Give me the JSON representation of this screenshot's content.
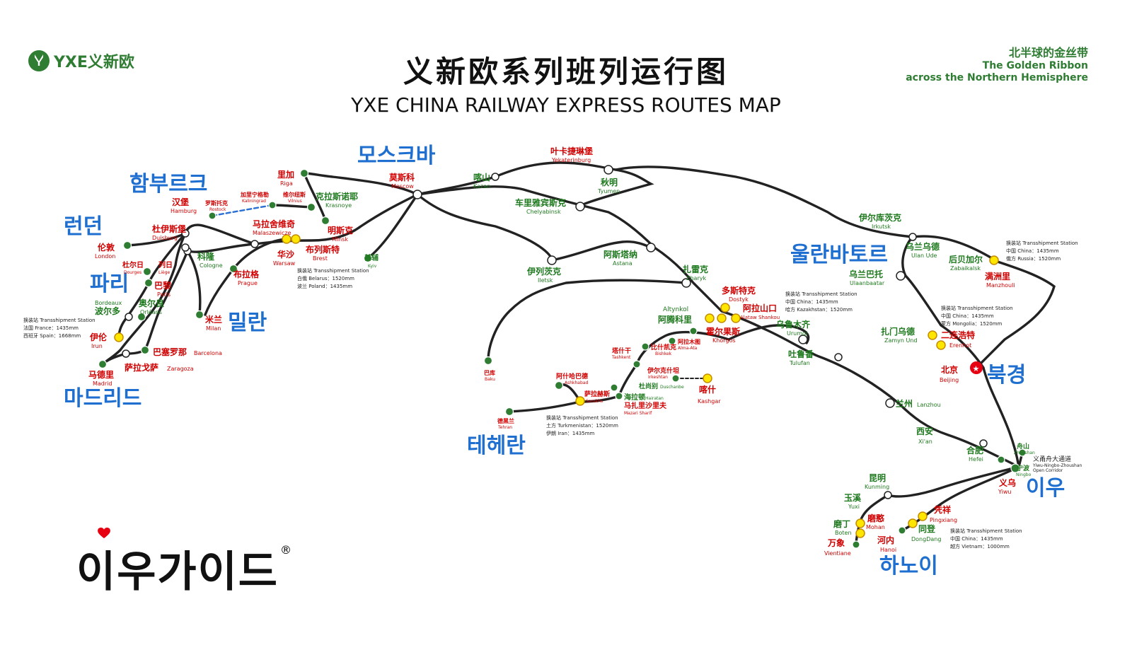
{
  "header": {
    "logo": "YXE义新欧",
    "title_cn": "义新欧系列班列运行图",
    "title_en": "YXE CHINA RAILWAY EXPRESS  ROUTES MAP",
    "ribbon_cn": "北半球的金丝带",
    "ribbon_en_1": "The Golden Ribbon",
    "ribbon_en_2": "across the Northern Hemisphere"
  },
  "footer": {
    "brand": "이우가이드",
    "registered": "®"
  },
  "korean_labels": {
    "moscow": "모스크바",
    "hamburg": "함부르크",
    "london": "런던",
    "paris": "파리",
    "madrid": "마드리드",
    "milan": "밀란",
    "ulaanbaatar": "울란바토르",
    "beijing": "북경",
    "tehran": "테헤란",
    "yiwu": "이우",
    "hanoi": "하노이"
  },
  "cities": {
    "moscow": {
      "cn": "莫斯科",
      "en": "Moscow"
    },
    "riga": {
      "cn": "里加",
      "en": "Riga"
    },
    "krasnoye": {
      "cn": "克拉斯诺耶",
      "en": "Krasnoye"
    },
    "kaliningrad": {
      "cn": "加里宁格勒",
      "en": "Kaliningrad"
    },
    "vilnius": {
      "cn": "维尔纽斯",
      "en": "Vilnius"
    },
    "rostock": {
      "cn": "罗斯托克",
      "en": "Rostock"
    },
    "hamburg": {
      "cn": "汉堡",
      "en": "Hamburg"
    },
    "duisburg": {
      "cn": "杜伊斯堡",
      "en": "Duisburg"
    },
    "malaszewicze": {
      "cn": "马拉舍维奇",
      "en": "Malaszewicze"
    },
    "minsk": {
      "cn": "明斯克",
      "en": "Minsk"
    },
    "brest": {
      "cn": "布列斯特",
      "en": "Brest"
    },
    "kyiv": {
      "cn": "基辅",
      "en": "Kyiv"
    },
    "warsaw": {
      "cn": "华沙",
      "en": "Warsaw"
    },
    "london": {
      "cn": "伦敦",
      "en": "London"
    },
    "dourges": {
      "cn": "杜尔日",
      "en": "Dourges"
    },
    "liege": {
      "cn": "列日",
      "en": "Liège"
    },
    "cologne": {
      "cn": "科隆",
      "en": "Cologne"
    },
    "prague": {
      "cn": "布拉格",
      "en": "Prague"
    },
    "paris": {
      "cn": "巴黎",
      "en": "Paris"
    },
    "bordeaux": {
      "cn": "波尔多",
      "en": "Bordeaux"
    },
    "orleans": {
      "cn": "奥尔良",
      "en": "Orléans"
    },
    "milan": {
      "cn": "米兰",
      "en": "Milan"
    },
    "irun": {
      "cn": "伊伦",
      "en": "Irun"
    },
    "barcelona": {
      "cn": "巴塞罗那",
      "en": "Barcelona"
    },
    "zaragoza": {
      "cn": "萨拉戈萨",
      "en": "Zaragoza"
    },
    "madrid": {
      "cn": "马德里",
      "en": "Madrid"
    },
    "kazan": {
      "cn": "喀山",
      "en": "Kazan"
    },
    "yekaterinburg": {
      "cn": "叶卡捷琳堡",
      "en": "Yekaterinburg"
    },
    "tyumen": {
      "cn": "秋明",
      "en": "Tyumen"
    },
    "chelyabinsk": {
      "cn": "车里雅宾斯克",
      "en": "Chelyabinsk"
    },
    "astana": {
      "cn": "阿斯塔纳",
      "en": "Astana"
    },
    "iletsk": {
      "cn": "伊列茨克",
      "en": "Iletsk"
    },
    "zharyk": {
      "cn": "扎雷克",
      "en": "Zharyk"
    },
    "dostyk": {
      "cn": "多斯特克",
      "en": "Dostyk"
    },
    "alataw": {
      "cn": "阿拉山口",
      "en": "Alataw Shankou"
    },
    "altynkol": {
      "cn": "Altynkol",
      "en": ""
    },
    "altynkol_cn": {
      "cn": "阿腾科里",
      "en": ""
    },
    "khorgos": {
      "cn": "霍尔果斯",
      "en": "Khorgos"
    },
    "almaata": {
      "cn": "阿拉木图",
      "en": "Alma-Ata"
    },
    "bishkek": {
      "cn": "比什凯克",
      "en": "Bishkek"
    },
    "tashkent": {
      "cn": "塔什干",
      "en": "Tashkent"
    },
    "irkeshtan": {
      "cn": "伊尔克什坦",
      "en": "Irkeshtan"
    },
    "duschanbe": {
      "cn": "杜尚别",
      "en": "Duschanbe"
    },
    "hairatan": {
      "cn": "海拉顿",
      "en": "Hairatan"
    },
    "mazari": {
      "cn": "马扎里沙里夫",
      "en": "Mazari Sharif"
    },
    "kashgar": {
      "cn": "喀什",
      "en": "Kashgar"
    },
    "urumqi": {
      "cn": "乌鲁木齐",
      "en": "Urumqi"
    },
    "tulufan": {
      "cn": "吐鲁番",
      "en": "Tulufan"
    },
    "baku": {
      "cn": "巴库",
      "en": "Baku"
    },
    "ashkhabad": {
      "cn": "阿什哈巴德",
      "en": "Ashkhabad"
    },
    "sarakhs": {
      "cn": "萨拉赫斯",
      "en": "Sarakhs"
    },
    "tehran": {
      "cn": "德黑兰",
      "en": "Tehran"
    },
    "irkutsk": {
      "cn": "伊尔库茨克",
      "en": "Irkutsk"
    },
    "ulanude": {
      "cn": "乌兰乌德",
      "en": "Ulan Ude"
    },
    "zabaikalsk": {
      "cn": "后贝加尔",
      "en": "Zabaikalsk"
    },
    "manzhouli": {
      "cn": "满洲里",
      "en": "Manzhouli"
    },
    "ulaanbaatar": {
      "cn": "乌兰巴托",
      "en": "Ulaanbaatar"
    },
    "zamynuud": {
      "cn": "扎门乌德",
      "en": "Zamyn Und"
    },
    "erenhot": {
      "cn": "二连浩特",
      "en": "Erenhot"
    },
    "beijing": {
      "cn": "北京",
      "en": "Beijing"
    },
    "lanzhou": {
      "cn": "兰州",
      "en": "Lanzhou"
    },
    "xian": {
      "cn": "西安",
      "en": "Xi'an"
    },
    "hefei": {
      "cn": "合肥",
      "en": "Hefei"
    },
    "zhoushan": {
      "cn": "舟山",
      "en": "Zhoushan"
    },
    "ningbo": {
      "cn": "宁波",
      "en": "Ningbo"
    },
    "yiwu": {
      "cn": "义乌",
      "en": "Yiwu"
    },
    "kunming": {
      "cn": "昆明",
      "en": "Kunming"
    },
    "yuxi": {
      "cn": "玉溪",
      "en": "Yuxi"
    },
    "mohan": {
      "cn": "磨憨",
      "en": "Mohan"
    },
    "boten": {
      "cn": "磨丁",
      "en": "Boten"
    },
    "vientiane": {
      "cn": "万象",
      "en": "Vientiane"
    },
    "pingxiang": {
      "cn": "凭祥",
      "en": "Pingxiang"
    },
    "dongdang": {
      "cn": "同登",
      "en": "DongDang"
    },
    "hanoi": {
      "cn": "河内",
      "en": "Hanoi"
    }
  },
  "corridor": {
    "cn": "义甬舟大通道",
    "en1": "Yiwu-Ningbo-Zhoushan",
    "en2": "Open Corridor"
  },
  "notes": {
    "brest": [
      "换装站 Transshipment Station",
      "白俄 Belarus：1520mm",
      "波兰 Poland：1435mm"
    ],
    "irun": [
      "换装站 Transshipment Station",
      "法国 France：1435mm",
      "西班牙 Spain：1668mm"
    ],
    "alataw": [
      "换装站 Transshipment Station",
      "中国 China：1435mm",
      "哈方 Kazakhstan：1520mm"
    ],
    "manzhouli": [
      "换装站 Transshipment Station",
      "中国 China：1435mm",
      "俄方 Russia：1520mm"
    ],
    "erenhot": [
      "换装站 Transshipment Station",
      "中国 China：1435mm",
      "蒙方 Mongolia：1520mm"
    ],
    "sarakhs": [
      "换装站 Transshipment Station",
      "土方 Turkmenistan：1520mm",
      "伊朗 Iran：1435mm"
    ],
    "pingxiang": [
      "换装站 Transshipment Station",
      "中国 China：1435mm",
      "越方 Vietnam：1000mm"
    ]
  }
}
